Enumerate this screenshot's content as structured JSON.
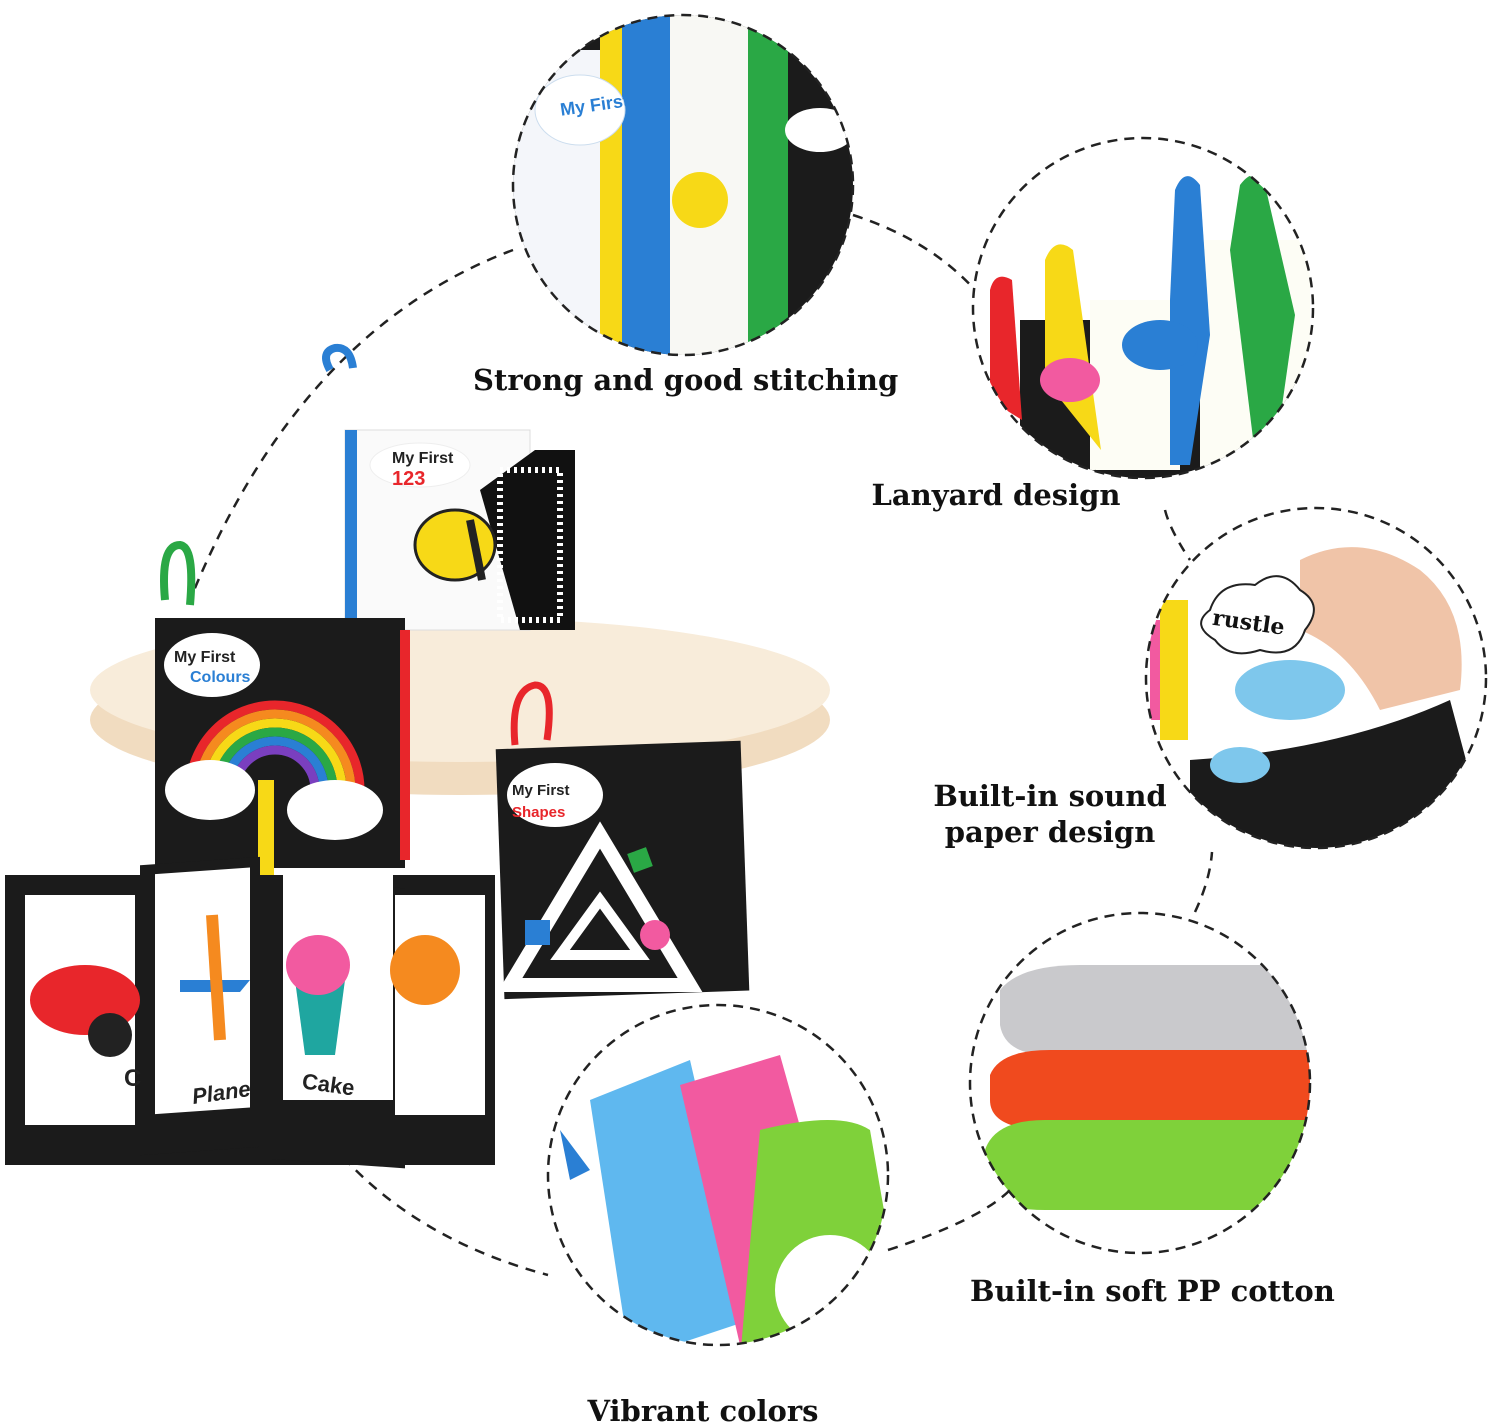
{
  "features": [
    {
      "label": "Strong and good stitching"
    },
    {
      "label": "Lanyard design"
    },
    {
      "label_line1": "Built-in sound",
      "label_line2": "paper design"
    },
    {
      "label": "Built-in soft PP cotton"
    },
    {
      "label": "Vibrant colors"
    }
  ],
  "books": {
    "numbers": {
      "title1": "My First",
      "title2": "123"
    },
    "colours": {
      "title1": "My First",
      "title2": "Colours"
    },
    "shapes": {
      "title1": "My First",
      "title2": "Shapes"
    },
    "pages": [
      "C",
      "Plane",
      "Cake"
    ]
  },
  "callouts": {
    "rustle": "rustle",
    "stitch_book": "My First"
  },
  "colors": {
    "red": "#e8262b",
    "yellow": "#f7d917",
    "blue": "#2a7fd4",
    "green": "#2aa845",
    "black": "#1b1b1b"
  }
}
